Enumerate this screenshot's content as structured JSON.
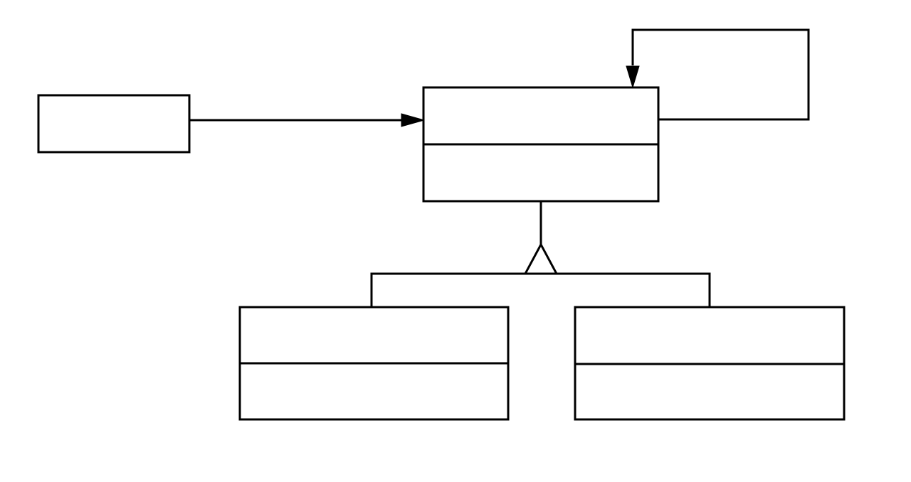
{
  "diagram": {
    "type": "uml-class-diagram",
    "colors": {
      "stroke": "#000000",
      "background": "#ffffff"
    },
    "nodes": [
      {
        "id": "client",
        "compartments": 1,
        "text": ""
      },
      {
        "id": "component",
        "compartments": 2,
        "text": ""
      },
      {
        "id": "subclass-left",
        "compartments": 2,
        "text": ""
      },
      {
        "id": "subclass-right",
        "compartments": 2,
        "text": ""
      }
    ],
    "edges": [
      {
        "from": "client",
        "to": "component",
        "kind": "association-arrow"
      },
      {
        "from": "component",
        "to": "component",
        "kind": "self-association-arrow"
      },
      {
        "from": "subclass-left",
        "to": "component",
        "kind": "generalization"
      },
      {
        "from": "subclass-right",
        "to": "component",
        "kind": "generalization"
      }
    ]
  }
}
